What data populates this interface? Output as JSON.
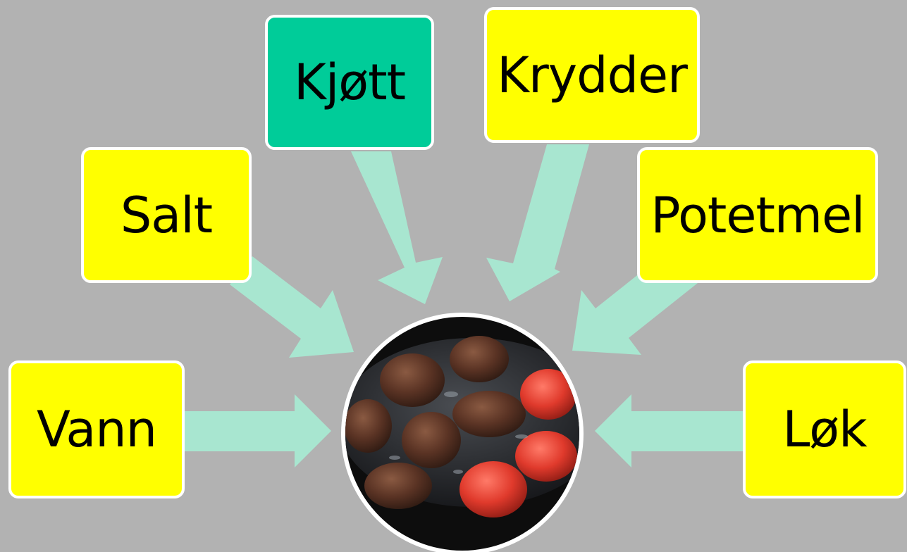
{
  "ingredients": [
    {
      "id": "kjott",
      "label": "Kjøtt",
      "color": "#00cc99"
    },
    {
      "id": "krydder",
      "label": "Krydder",
      "color": "#ffff00"
    },
    {
      "id": "salt",
      "label": "Salt",
      "color": "#ffff00"
    },
    {
      "id": "potetmel",
      "label": "Potetmel",
      "color": "#ffff00"
    },
    {
      "id": "vann",
      "label": "Vann",
      "color": "#ffff00"
    },
    {
      "id": "lok",
      "label": "Løk",
      "color": "#ffff00"
    }
  ],
  "center": {
    "icon": "meatballs-photo"
  },
  "colors": {
    "background": "#b2b2b2",
    "arrow": "#a8e6d0",
    "box_border": "#ffffff",
    "plate": "#1a1a1a"
  }
}
